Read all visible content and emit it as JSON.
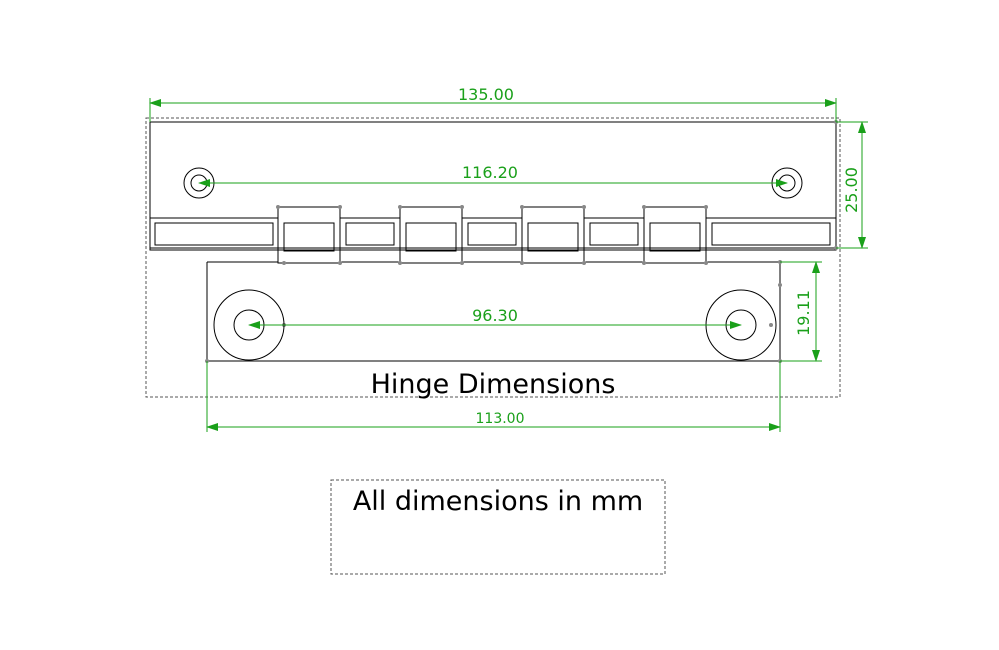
{
  "title": "Hinge Dimensions",
  "note": "All dimensions in mm",
  "dimensions": {
    "overall_width": "135.00",
    "hole_spacing_top": "116.20",
    "top_leaf_height": "25.00",
    "hole_spacing_bottom": "96.30",
    "bottom_leaf_height": "19.11",
    "bottom_leaf_width": "113.00"
  },
  "colors": {
    "dimension": "#1aa01a",
    "outline": "#000000",
    "construction": "#555555"
  }
}
